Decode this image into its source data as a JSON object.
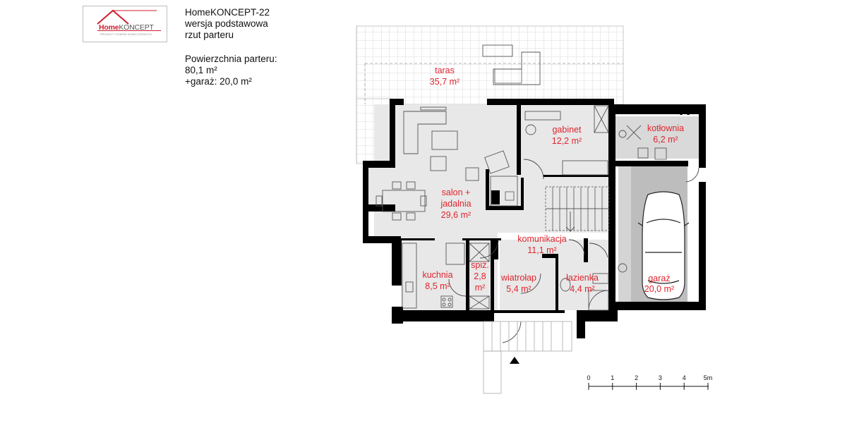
{
  "logo": {
    "brand_a": "Home",
    "brand_b": "KONCEPT",
    "tagline": "PROJEKTY DOMÓW NOWOCZESNYCH"
  },
  "header": {
    "title": "HomeKONCEPT-22",
    "version": "wersja podstawowa",
    "view": "rzut parteru"
  },
  "area": {
    "label": "Powierzchnia parteru:",
    "value": "80,1 m²",
    "garage": "+garaż: 20,0 m²"
  },
  "rooms": {
    "taras": {
      "name": "taras",
      "area": "35,7 m²"
    },
    "salon": {
      "line1": "salon +",
      "line2": "jadalnia",
      "area": "29,6 m²"
    },
    "gabinet": {
      "name": "gabinet",
      "area": "12,2 m²"
    },
    "kotlownia": {
      "name": "kotłownia",
      "area": "6,2 m²"
    },
    "komunikacja": {
      "name": "komunikacja",
      "area": "11,1 m²"
    },
    "kuchnia": {
      "name": "kuchnia",
      "area": "8,5 m²"
    },
    "spiz": {
      "name": "spiż.",
      "area1": "2,8",
      "area2": "m²"
    },
    "wiatrolap": {
      "name": "wiatrołap",
      "area": "5,4 m²"
    },
    "lazienka": {
      "name": "łazienka",
      "area": "4,4 m²"
    },
    "garaz": {
      "name": "garaż",
      "area": "20,0 m²"
    }
  },
  "scale": {
    "ticks": [
      "0",
      "1",
      "2",
      "3",
      "4",
      "5m"
    ]
  },
  "colors": {
    "wall": "#000000",
    "label": "#e0242d",
    "floor": "#e6e6e6",
    "garage_floor": "#d2d2d2"
  }
}
